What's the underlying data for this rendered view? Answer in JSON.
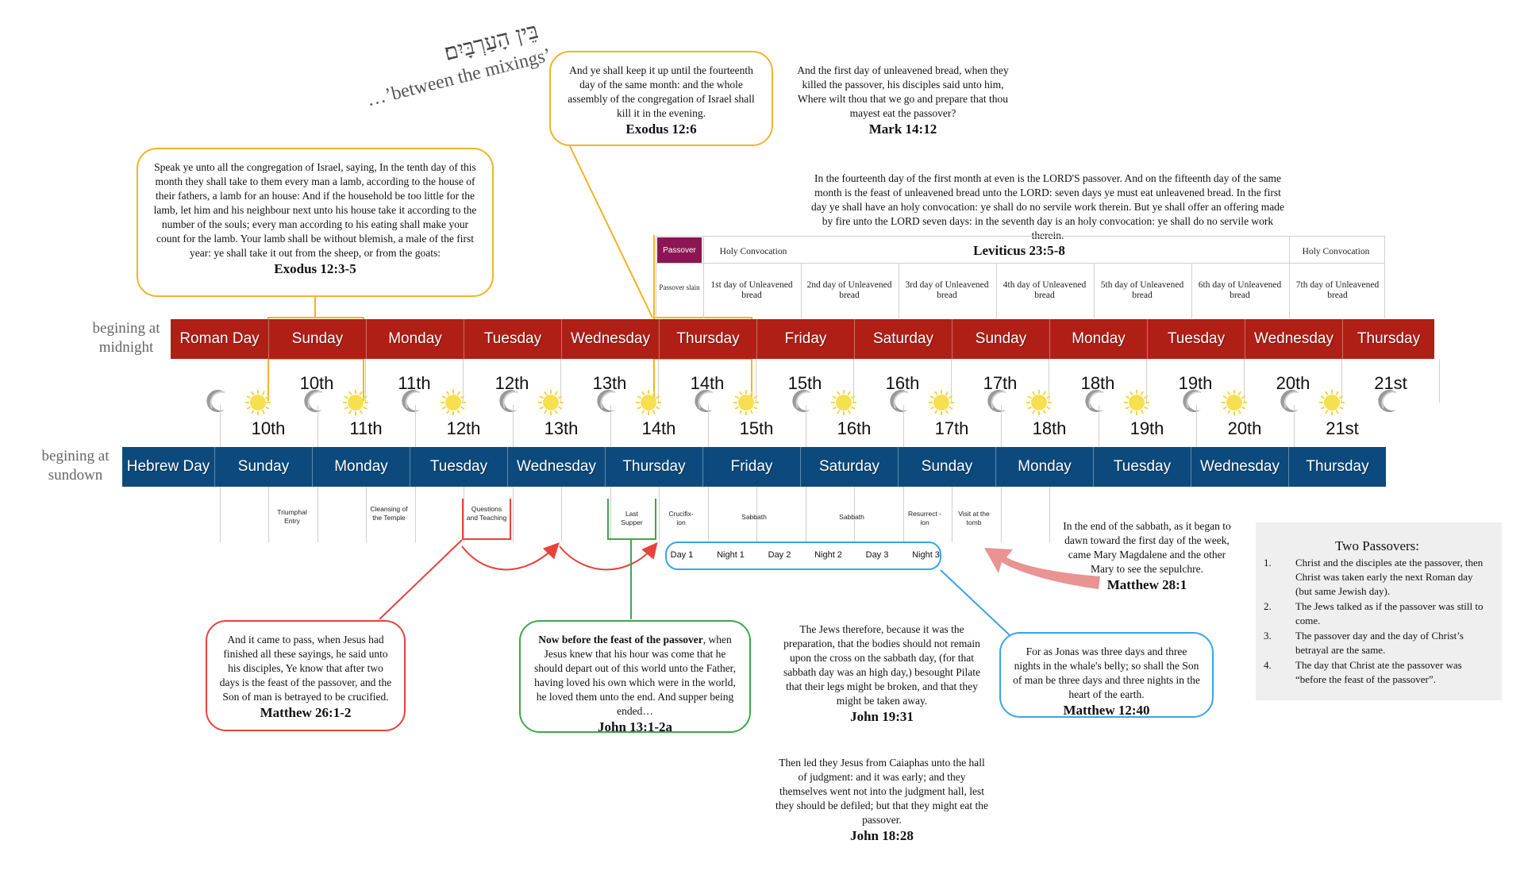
{
  "hebrew": {
    "text": "בֵּין הָעַרְבָּיִם׃",
    "translation": "…’between the mixings’"
  },
  "colors": {
    "roman": "#b01f16",
    "hebrew": "#0c4a7d",
    "passover": "#8c1654",
    "yellow": "#f0b428",
    "red": "#e8423a",
    "green": "#3da84a",
    "blue": "#3aa4e8"
  },
  "exodus_12_3": {
    "text": "Speak ye unto all the congregation of Israel, saying, In the tenth day of this month they shall take to them every man a lamb, according to the house of their fathers, a lamb for an house: And if the household be too little for the lamb, let him and his neighbour next unto his house take it according to the number of the souls; every man according to his eating shall make your count for the lamb. Your lamb shall be without blemish, a male of the first year: ye shall take it out from the sheep, or from the goats:",
    "ref": "Exodus 12:3-5"
  },
  "exodus_12_6": {
    "text": "And ye shall keep it up until the fourteenth day of the same month: and the whole assembly of the congregation of Israel shall kill it in the evening.",
    "ref": "Exodus 12:6"
  },
  "mark_14_12": {
    "text": "And the first day of unleavened bread, when they killed the passover, his disciples said unto him, Where wilt thou that we go and prepare that thou mayest eat the passover?",
    "ref": "Mark 14:12"
  },
  "leviticus": {
    "text": "In the fourteenth day of the first month at even is the LORD'S passover. And on the fifteenth day of the same month is the feast of unleavened bread unto the LORD: seven days ye must eat unleavened bread. In the first day ye shall have an holy convocation: ye shall do no servile work therein.  But ye shall offer an offering made by fire unto the LORD seven days: in the seventh day is an holy convocation: ye shall do no servile work therein.",
    "ref": "Leviticus 23:5-8"
  },
  "feast_header": {
    "passover": "Passover",
    "holy1": "Holy Convocation",
    "holy2": "Holy Convocation",
    "slain": "Passover slain",
    "days": [
      "1st day of Unleavened bread",
      "2nd day of Unleavened bread",
      "3rd day of Unleavened bread",
      "4th day of Unleavened bread",
      "5th day of Unleavened bread",
      "6th day of Unleavened bread",
      "7th day of Unleavened bread"
    ]
  },
  "roman_row": {
    "label": "begining at midnight",
    "title": "Roman Day",
    "days": [
      "Sunday",
      "Monday",
      "Tuesday",
      "Wednesday",
      "Thursday",
      "Friday",
      "Saturday",
      "Sunday",
      "Monday",
      "Tuesday",
      "Wednesday",
      "Thursday"
    ],
    "dates": [
      "10th",
      "11th",
      "12th",
      "13th",
      "14th",
      "15th",
      "16th",
      "17th",
      "18th",
      "19th",
      "20th",
      "21st"
    ]
  },
  "hebrew_row": {
    "label": "begining at sundown",
    "title": "Hebrew Day",
    "days": [
      "Sunday",
      "Monday",
      "Tuesday",
      "Wednesday",
      "Thursday",
      "Friday",
      "Saturday",
      "Sunday",
      "Monday",
      "Tuesday",
      "Wednesday",
      "Thursday"
    ],
    "dates": [
      "10th",
      "11th",
      "12th",
      "13th",
      "14th",
      "15th",
      "16th",
      "17th",
      "18th",
      "19th",
      "20th",
      "21st"
    ]
  },
  "events": {
    "triumphal": "Triumphal Entry",
    "cleansing": "Cleansing of the Temple",
    "questions": "Questions and Teaching",
    "supper": "Last Supper",
    "crucifixion": "Crucifix- ion",
    "sabbath1": "Sabbath",
    "sabbath2": "Sabbath",
    "resurrection": "Resurrect -ion",
    "visit": "Visit at the tomb"
  },
  "three_days": [
    "Day 1",
    "Night 1",
    "Day 2",
    "Night 2",
    "Day 3",
    "Night 3"
  ],
  "matthew_26": {
    "text": "And it came to pass, when Jesus had finished all these sayings, he said unto his disciples, Ye know that after two days is the feast of the passover, and the Son of man is betrayed to be crucified.",
    "ref": "Matthew 26:1-2"
  },
  "john_13": {
    "lead": "Now before the feast of the passover",
    "text": ", when Jesus knew that his hour was come that he should depart out of this world unto the Father, having loved his own which were in the world, he loved them unto the end. And supper being ended…",
    "ref": "John 13:1-2a"
  },
  "john_19": {
    "text": "The Jews therefore, because it was the preparation, that the bodies should not remain upon the cross on the sabbath day, (for that sabbath day was an high day,) besought Pilate that their legs might be broken, and that they might be taken away.",
    "ref": "John 19:31"
  },
  "john_18": {
    "text": "Then led they Jesus from Caiaphas unto the hall of judgment: and it was early; and they themselves went not into the judgment hall, lest they should be defiled; but that they might eat the passover.",
    "ref": "John 18:28"
  },
  "matthew_12": {
    "text": "For as Jonas was three days and three nights in the whale's belly; so shall the Son of man be three days and three nights in the heart of the earth.",
    "ref": "Matthew 12:40"
  },
  "matthew_28": {
    "text": "In the end of the sabbath, as it began to dawn toward the first day of the week, came Mary Magdalene and the other Mary to see the sepulchre.",
    "ref": "Matthew 28:1"
  },
  "two_passovers": {
    "title": "Two Passovers:",
    "items": [
      {
        "num": "1.",
        "text": "Christ and the disciples ate the passover, then Christ was taken early the next Roman day (but same Jewish day)."
      },
      {
        "num": "2.",
        "text": "The Jews talked as if the passover was still to come."
      },
      {
        "num": "3.",
        "text": "The passover day and the day of Christ’s betrayal are  the same."
      },
      {
        "num": "4.",
        "text": "The day that Christ ate the passover was “before the feast of the passover”."
      }
    ]
  }
}
